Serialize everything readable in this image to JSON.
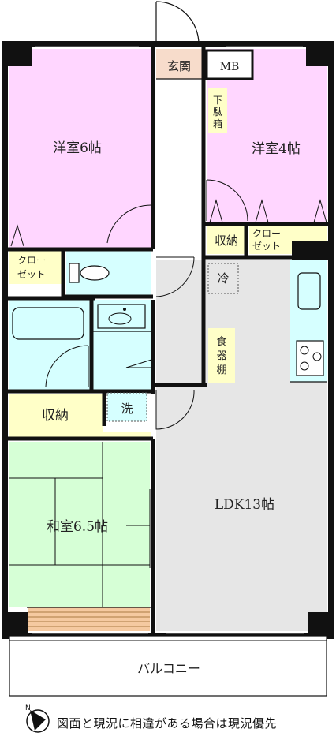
{
  "rooms": {
    "western_6": "洋室6帖",
    "western_4": "洋室4帖",
    "ldk": "LDK13帖",
    "japanese": "和室6.5帖",
    "balcony": "バルコニー",
    "entrance": "玄関",
    "mb": "MB"
  },
  "fixtures": {
    "shoe_box": [
      "下",
      "駄",
      "箱"
    ],
    "storage_1": "収納",
    "storage_2": "収納",
    "closet_top_line1": "クロー",
    "closet_top_line2": "ゼット",
    "closet_left_line1": "クロー",
    "closet_left_line2": "ゼット",
    "fridge": "冷",
    "cupboard": [
      "食",
      "器",
      "棚"
    ],
    "washer": "洗"
  },
  "compass": {
    "label": "N"
  },
  "note": "図面と現況に相違がある場合は現況優先",
  "colors": {
    "western_room": "#ffd6ff",
    "wet_area": "#d6ffff",
    "storage": "#ffffc8",
    "ldk": "#e6e6e6",
    "tatami": "#d6ffd6",
    "entrance": "#f7dccb",
    "wall": "#111111"
  }
}
